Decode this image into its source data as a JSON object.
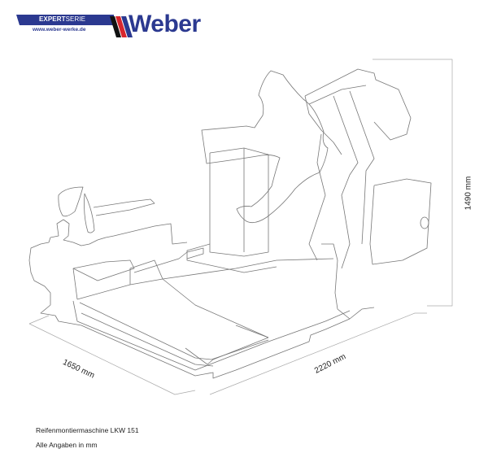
{
  "brand": {
    "series_bold": "EXPERT",
    "series_light": "SERIE",
    "url": "www.weber-werke.de",
    "wordmark": "Weber",
    "colors": {
      "primary": "#2b3990",
      "red": "#d7262e",
      "black": "#111111"
    }
  },
  "diagram": {
    "subject": "tire-changer-machine-isometric-line-drawing",
    "dimensions": {
      "depth": "1650 mm",
      "length": "2220 mm",
      "height": "1490 mm"
    }
  },
  "captions": {
    "model": "Reifenmontiermaschine LKW 151",
    "units_note": "Alle Angaben in mm"
  }
}
